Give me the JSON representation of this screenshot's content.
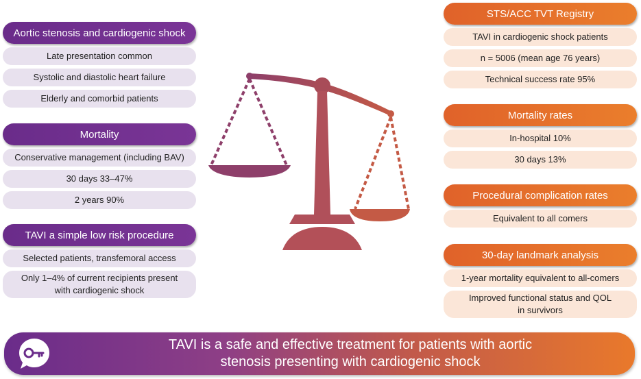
{
  "left": {
    "sections": [
      {
        "header": "Aortic stenosis and cardiogenic shock",
        "items": [
          "Late presentation common",
          "Systolic and diastolic heart failure",
          "Elderly and comorbid patients"
        ]
      },
      {
        "header": "Mortality",
        "items": [
          "Conservative management (including BAV)",
          "30 days 33–47%",
          "2 years 90%"
        ]
      },
      {
        "header": "TAVI a simple low risk procedure",
        "items": [
          "Selected patients, transfemoral access",
          "Only 1–4% of current recipients present",
          "with cardiogenic shock"
        ]
      }
    ]
  },
  "right": {
    "sections": [
      {
        "header": "STS/ACC TVT Registry",
        "items": [
          "TAVI in cardiogenic shock patients",
          "n = 5006 (mean age 76 years)",
          "Technical success rate 95%"
        ]
      },
      {
        "header": "Mortality rates",
        "items": [
          "In-hospital 10%",
          "30 days 13%"
        ]
      },
      {
        "header": "Procedural complication rates",
        "items": [
          "Equivalent to all comers"
        ]
      },
      {
        "header": "30-day landmark analysis",
        "items": [
          "1-year mortality equivalent to all-comers",
          "Improved functional status and QOL",
          "in survivors"
        ]
      }
    ]
  },
  "banner": {
    "line1": "TAVI is a safe and effective treatment for patients with aortic",
    "line2": "stenosis presenting with cardiogenic shock",
    "icon": "key-icon"
  },
  "colors": {
    "purple": "#6a2c8a",
    "orange": "#e9792b",
    "scale_left": "#8e3f6a",
    "scale_right": "#c45a45"
  }
}
